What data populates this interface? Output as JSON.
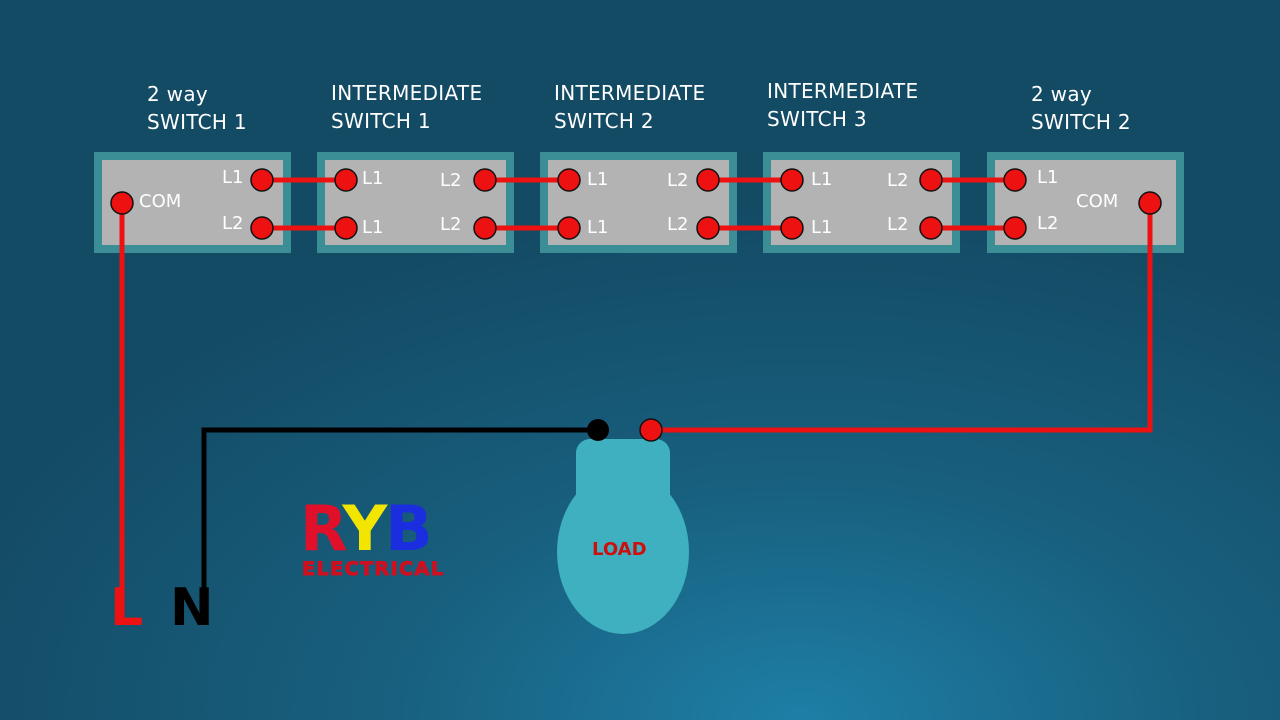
{
  "switches": [
    {
      "title_line1": "2 way",
      "title_line2": "SWITCH 1",
      "terminals": [
        "COM",
        "L1",
        "L2"
      ]
    },
    {
      "title_line1": "INTERMEDIATE",
      "title_line2": "SWITCH 1",
      "terminals": [
        "L1",
        "L1",
        "L2",
        "L2"
      ]
    },
    {
      "title_line1": "INTERMEDIATE",
      "title_line2": "SWITCH 2",
      "terminals": [
        "L1",
        "L1",
        "L2",
        "L2"
      ]
    },
    {
      "title_line1": "INTERMEDIATE",
      "title_line2": "SWITCH 3",
      "terminals": [
        "L1",
        "L1",
        "L2",
        "L2"
      ]
    },
    {
      "title_line1": "2 way",
      "title_line2": "SWITCH 2",
      "terminals": [
        "L1",
        "L2",
        "COM"
      ]
    }
  ],
  "load": {
    "label": "LOAD"
  },
  "supply": {
    "line": "L",
    "neutral": "N"
  },
  "logo": {
    "letter1": "R",
    "letter2": "Y",
    "letter3": "B",
    "subtitle": "ELECTRICAL"
  },
  "colors": {
    "live_wire": "#ee1111",
    "neutral_wire": "#000000",
    "switch_body": "#b3b3b3",
    "switch_border": "#3c8e96",
    "load_fill": "#3fb0c0",
    "logo_red": "#e0102a",
    "logo_yellow": "#f2e600",
    "logo_blue": "#1a2ee0"
  }
}
